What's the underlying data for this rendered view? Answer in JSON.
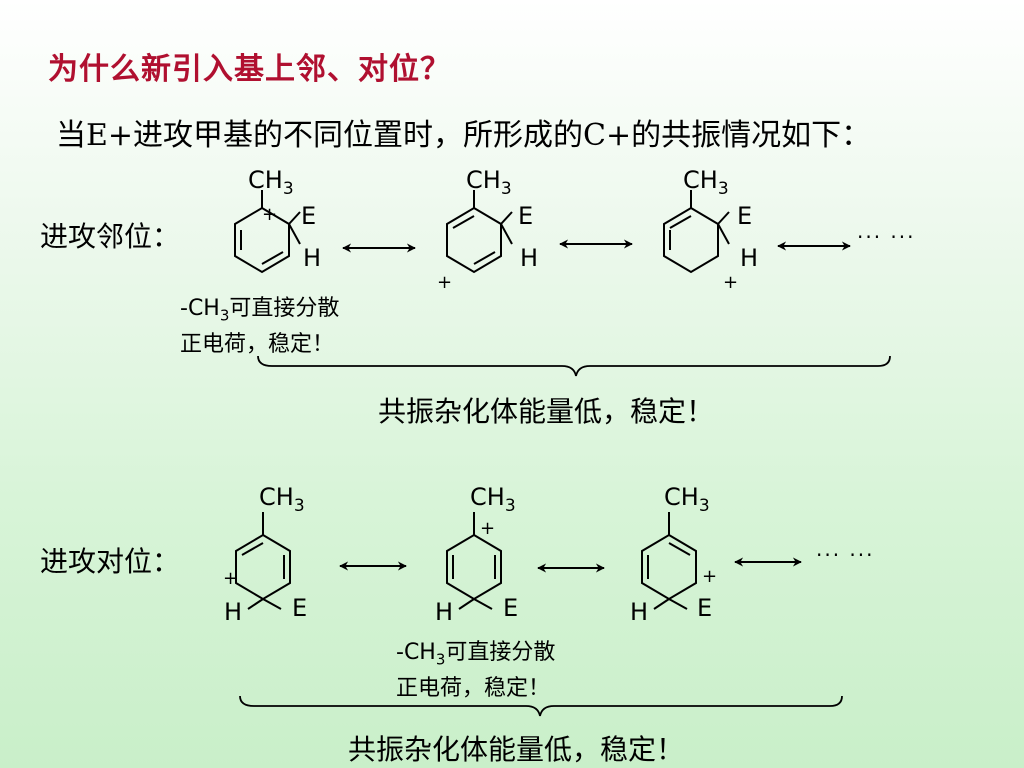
{
  "slide": {
    "title": "为什么新引入基上邻、对位？",
    "intro": "当E+进攻甲基的不同位置时，所形成的C+的共振情况如下："
  },
  "ortho": {
    "label": "进攻邻位：",
    "note_line1": "-CH3可直接分散",
    "note_line2": "正电荷，稳定！",
    "summary": "共振杂化体能量低，稳定！"
  },
  "para": {
    "label": "进攻对位：",
    "note_line1": "-CH3可直接分散",
    "note_line2": "正电荷，稳定！",
    "summary": "共振杂化体能量低，稳定！"
  },
  "structure_text": {
    "methyl": "CH",
    "methyl_sub": "3",
    "electrophile": "E",
    "hydrogen": "H",
    "charge": "+",
    "ellipsis": "··· ···"
  }
}
